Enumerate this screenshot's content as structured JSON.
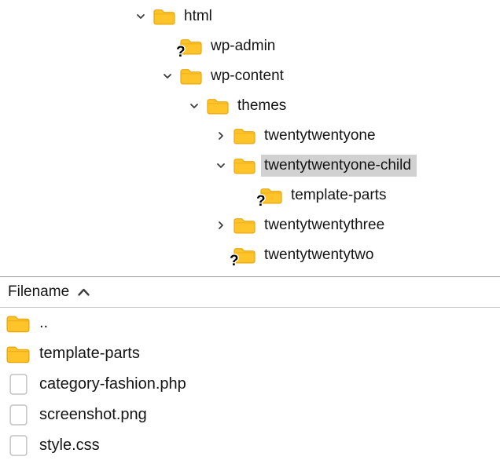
{
  "colors": {
    "folder_yellow": "#FFC42A",
    "folder_outline": "#E8A60E",
    "selection_gray": "#d1d1d1",
    "text": "#141414",
    "header_border_top": "#979797",
    "header_border_bottom": "#c9c9c9"
  },
  "tree": {
    "items": [
      {
        "label": "html",
        "level": 0,
        "chevron": "down",
        "badge": null,
        "selected": false
      },
      {
        "label": "wp-admin",
        "level": 1,
        "chevron": null,
        "badge": "question",
        "selected": false
      },
      {
        "label": "wp-content",
        "level": 1,
        "chevron": "down",
        "badge": null,
        "selected": false
      },
      {
        "label": "themes",
        "level": 2,
        "chevron": "down",
        "badge": null,
        "selected": false
      },
      {
        "label": "twentytwentyone",
        "level": 3,
        "chevron": "right",
        "badge": null,
        "selected": false
      },
      {
        "label": "twentytwentyone-child",
        "level": 3,
        "chevron": "down",
        "badge": null,
        "selected": true
      },
      {
        "label": "template-parts",
        "level": 4,
        "chevron": null,
        "badge": "question",
        "selected": false
      },
      {
        "label": "twentytwentythree",
        "level": 3,
        "chevron": "right",
        "badge": null,
        "selected": false
      },
      {
        "label": "twentytwentytwo",
        "level": 3,
        "chevron": null,
        "badge": "question",
        "selected": false
      }
    ]
  },
  "file_list": {
    "header": {
      "filename_label": "Filename",
      "sort": "ascending"
    },
    "items": [
      {
        "name": "..",
        "type": "folder"
      },
      {
        "name": "template-parts",
        "type": "folder"
      },
      {
        "name": "category-fashion.php",
        "type": "file"
      },
      {
        "name": "screenshot.png",
        "type": "file"
      },
      {
        "name": "style.css",
        "type": "file"
      }
    ]
  }
}
